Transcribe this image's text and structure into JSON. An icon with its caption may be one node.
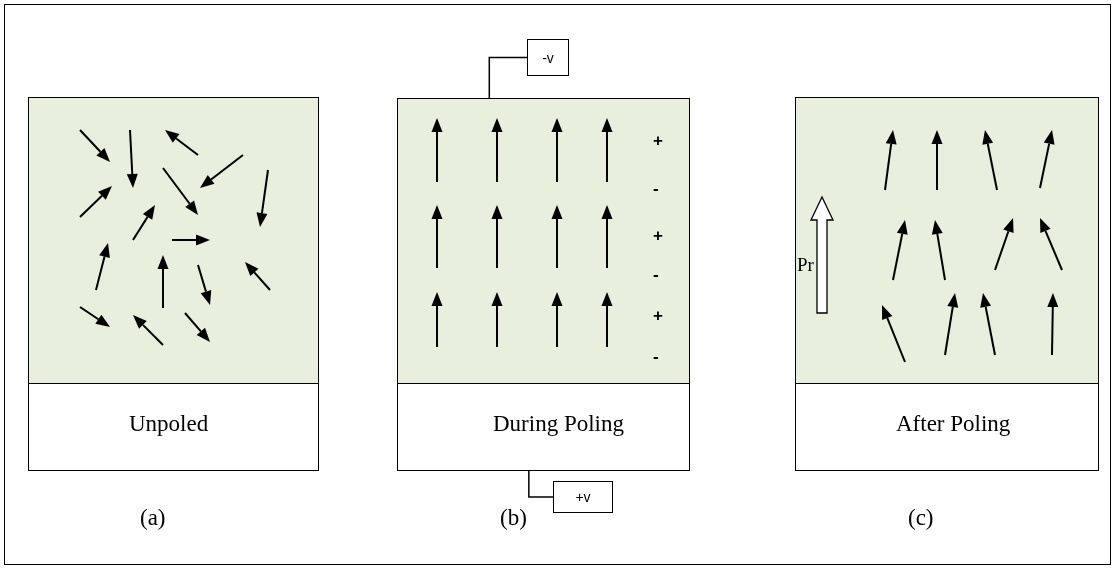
{
  "diagram": {
    "nodes": [
      {
        "text": [
          "-v"
        ]
      },
      {
        "text": [
          "Unpoled"
        ],
        "beside": [
          "(a)"
        ]
      },
      {
        "text": [
          "During Poling"
        ],
        "beside": [
          "(b)"
        ]
      },
      {
        "text": [
          "After Poling"
        ],
        "beside": [
          "(c)"
        ]
      },
      {
        "text": [
          "+v"
        ]
      }
    ],
    "edges": [
      {
        "from": 0,
        "to": 2,
        "arrow": "none"
      },
      {
        "from": 2,
        "to": 4,
        "arrow": "none"
      }
    ],
    "labels": [
      "+",
      "-",
      "+",
      "-",
      "+",
      "-",
      "Pr"
    ]
  }
}
